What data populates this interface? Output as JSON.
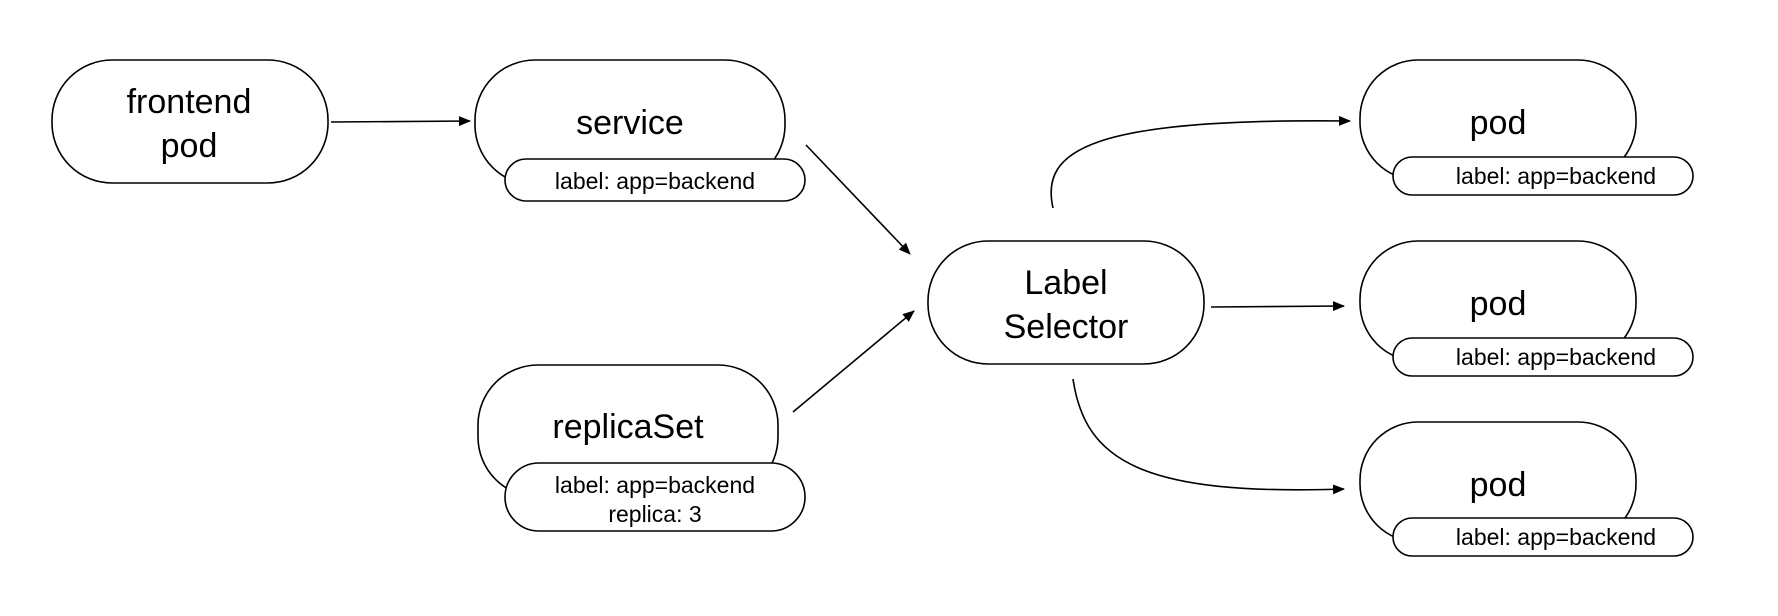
{
  "nodes": {
    "frontend": {
      "line1": "frontend",
      "line2": "pod"
    },
    "service": {
      "title": "service",
      "tag": "label: app=backend"
    },
    "replicaset": {
      "title": "replicaSet",
      "tag_line1": "label: app=backend",
      "tag_line2": "replica: 3"
    },
    "selector": {
      "line1": "Label",
      "line2": "Selector"
    },
    "pods": [
      {
        "title": "pod",
        "tag": "label: app=backend"
      },
      {
        "title": "pod",
        "tag": "label: app=backend"
      },
      {
        "title": "pod",
        "tag": "label: app=backend"
      }
    ]
  },
  "colors": {
    "stroke": "#000000",
    "fill": "#ffffff",
    "text": "#000000"
  }
}
